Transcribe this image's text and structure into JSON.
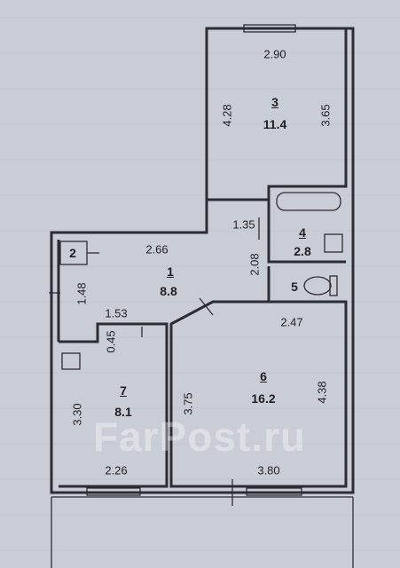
{
  "watermark": "FarPost.ru",
  "rooms": [
    {
      "number": "3",
      "area": "11.4"
    },
    {
      "number": "4",
      "area": "2.8"
    },
    {
      "number": "5",
      "area": ""
    },
    {
      "number": "1",
      "area": "8.8"
    },
    {
      "number": "2",
      "area": ""
    },
    {
      "number": "6",
      "area": "16.2"
    },
    {
      "number": "7",
      "area": "8.1"
    }
  ],
  "dimensions": {
    "room3_width": "2.90",
    "room3_left": "4.28",
    "room3_right": "3.65",
    "hall_1_35": "1.35",
    "hall_2_08": "2.08",
    "room1_width": "2.66",
    "room1_left": "1.48",
    "room1_bottom": "1.53",
    "room7_top": "0.45",
    "room7_left": "3.30",
    "room7_bottom": "2.26",
    "room6_top": "2.47",
    "room6_left": "3.75",
    "room6_right": "4.38",
    "room6_bottom": "3.80"
  }
}
